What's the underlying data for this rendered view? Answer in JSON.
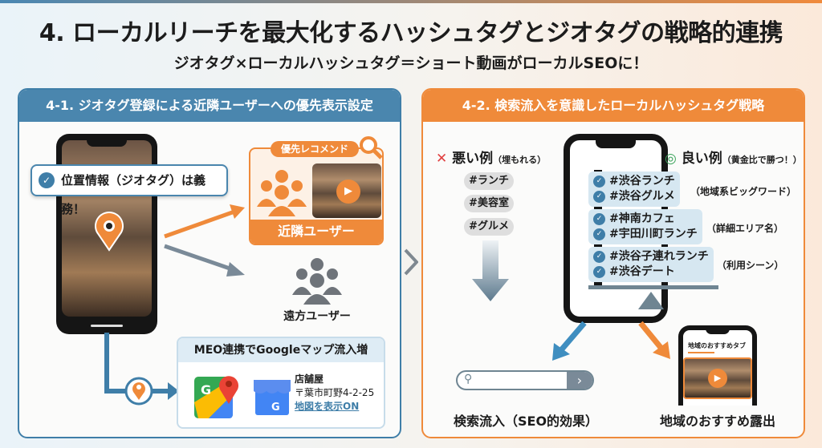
{
  "title": "4. ローカルリーチを最大化するハッシュタグとジオタグの戦略的連携",
  "subtitle": "ジオタグ×ローカルハッシュタグ＝ショート動画がローカルSEOに！",
  "colors": {
    "blue": "#4a86ae",
    "orange": "#ef8a3a",
    "gray": "#7a8088"
  },
  "left_panel": {
    "header": "4-1. ジオタグ登録による近隣ユーザーへの優先表示設定",
    "callout": "位置情報（ジオタグ）は義務！",
    "recommend_tag": "優先レコメンド",
    "nearby_users": "近隣ユーザー",
    "distant_users": "遠方ユーザー",
    "meo": {
      "header": "MEO連携でGoogleマップ流入増",
      "store_name": "店舗屋",
      "address": "〒葉市町野4-2-25",
      "map_link": "地図を表示ON"
    }
  },
  "right_panel": {
    "header": "4-2. 検索流入を意識したローカルハッシュタグ戦略",
    "bad": {
      "mark": "✕",
      "label": "悪い例",
      "note": "（埋もれる）",
      "tags": [
        "#ランチ",
        "#美容室",
        "#グルメ"
      ]
    },
    "good": {
      "mark": "◎",
      "label": "良い例",
      "note": "（黄金比で勝つ！）",
      "groups": [
        {
          "tags": [
            "#渋谷ランチ",
            "#渋谷グルメ"
          ],
          "note": "（地域系ビッグワード）"
        },
        {
          "tags": [
            "#神南カフェ",
            "#宇田川町ランチ"
          ],
          "note": "（詳細エリア名）"
        },
        {
          "tags": [
            "#渋谷子連れランチ",
            "#渋谷デート"
          ],
          "note": "（利用シーン）"
        }
      ]
    },
    "small_phone_tab": "地域のおすすめタブ",
    "search_result_label": "検索流入（SEO的効果）",
    "local_result_label": "地域のおすすめ露出"
  }
}
